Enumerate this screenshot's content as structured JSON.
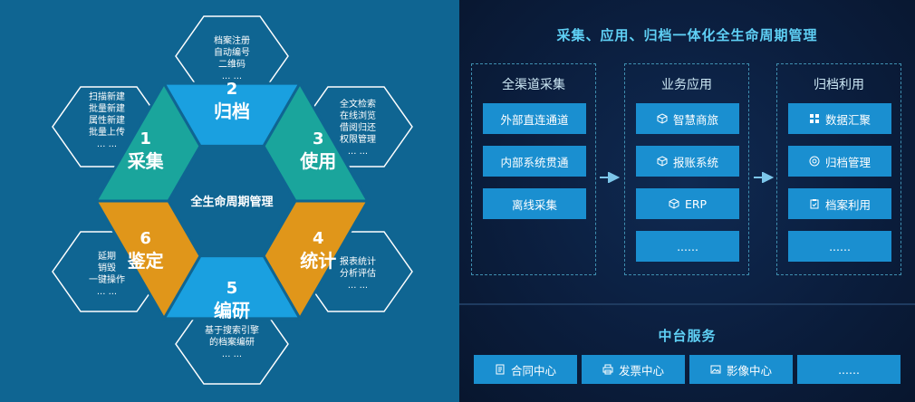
{
  "left": {
    "center_label": "全生命周期管理",
    "segments": [
      {
        "num": "2",
        "name": "归档",
        "color": "#1aa0e0",
        "desc": [
          "档案注册",
          "自动编号",
          "二维码",
          "... ..."
        ]
      },
      {
        "num": "3",
        "name": "使用",
        "color": "#1aa59c",
        "desc": [
          "全文检索",
          "在线浏览",
          "借阅归还",
          "权限管理",
          "... ..."
        ]
      },
      {
        "num": "4",
        "name": "统计",
        "color": "#e0961a",
        "desc": [
          "报表统计",
          "分析评估",
          "... ..."
        ]
      },
      {
        "num": "5",
        "name": "编研",
        "color": "#1aa0e0",
        "desc": [
          "基于搜索引擎",
          "的档案编研",
          "... ..."
        ]
      },
      {
        "num": "6",
        "name": "鉴定",
        "color": "#e0961a",
        "desc": [
          "延期",
          "销毁",
          "一键操作",
          "... ..."
        ]
      },
      {
        "num": "1",
        "name": "采集",
        "color": "#1aa59c",
        "desc": [
          "扫描新建",
          "批量新建",
          "属性新建",
          "批量上传",
          "... ..."
        ]
      }
    ]
  },
  "right": {
    "title": "采集、应用、归档一体化全生命周期管理",
    "groups": [
      {
        "title": "全渠道采集",
        "items": [
          {
            "label": "外部直连通道",
            "icon": ""
          },
          {
            "label": "内部系统贯通",
            "icon": ""
          },
          {
            "label": "离线采集",
            "icon": ""
          }
        ]
      },
      {
        "title": "业务应用",
        "items": [
          {
            "label": "智慧商旅",
            "icon": "cube-icon"
          },
          {
            "label": "报账系统",
            "icon": "cube-icon"
          },
          {
            "label": "ERP",
            "icon": "cube-icon"
          },
          {
            "label": "......",
            "icon": ""
          }
        ]
      },
      {
        "title": "归档利用",
        "items": [
          {
            "label": "数据汇聚",
            "icon": "grid-icon"
          },
          {
            "label": "归档管理",
            "icon": "target-icon"
          },
          {
            "label": "档案利用",
            "icon": "clipboard-icon"
          },
          {
            "label": "......",
            "icon": ""
          }
        ]
      }
    ],
    "middle": {
      "title": "中台服务",
      "items": [
        {
          "label": "合同中心",
          "icon": "document-icon"
        },
        {
          "label": "发票中心",
          "icon": "printer-icon"
        },
        {
          "label": "影像中心",
          "icon": "image-icon"
        },
        {
          "label": "......",
          "icon": ""
        }
      ]
    }
  }
}
